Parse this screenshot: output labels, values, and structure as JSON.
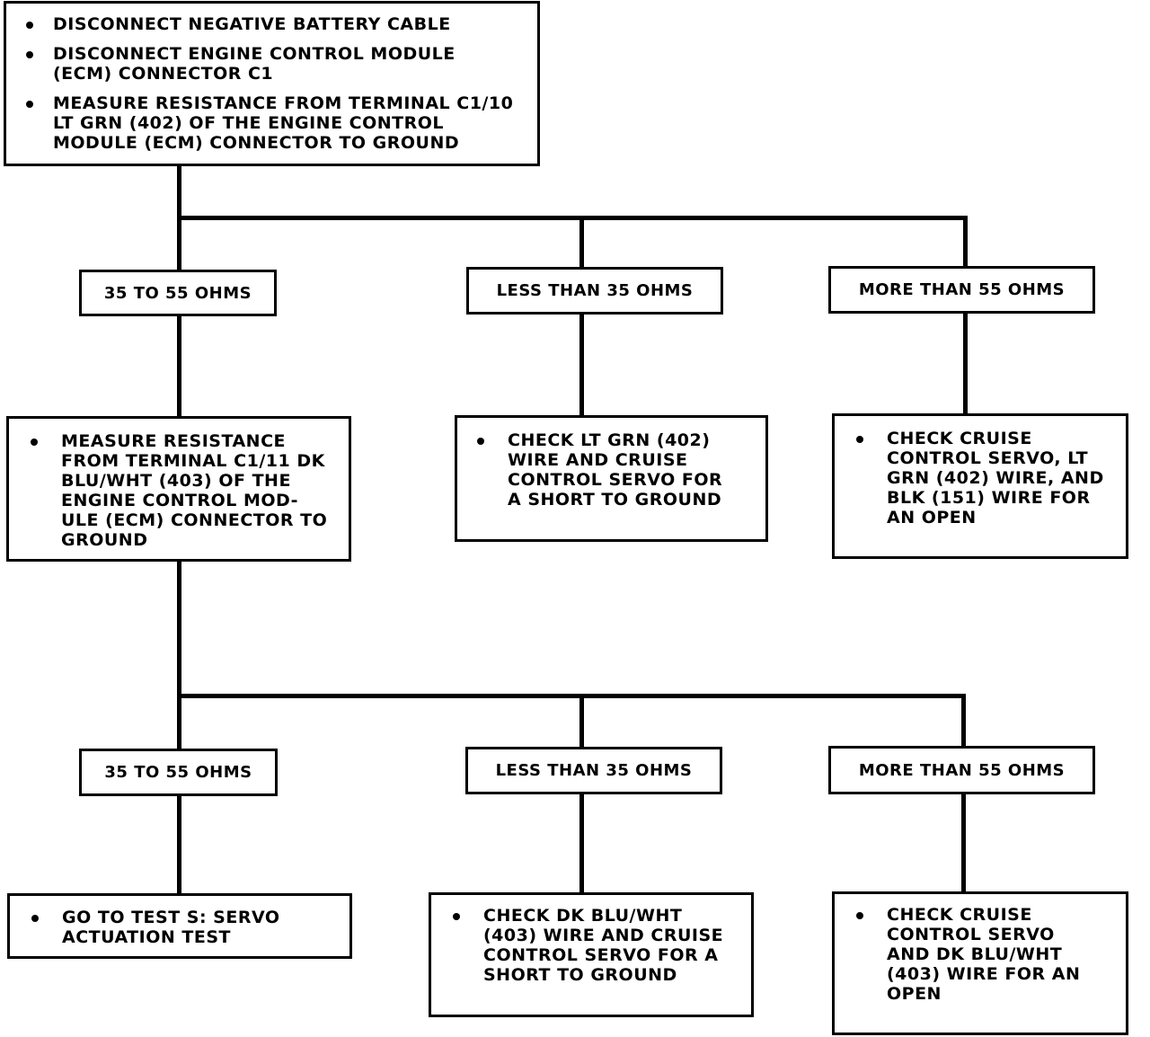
{
  "start": {
    "items": [
      "DISCONNECT NEGATIVE BATTERY CABLE",
      "DISCONNECT ENGINE CONTROL MODULE (ECM) CONNECTOR C1",
      "MEASURE RESISTANCE FROM TERMINAL C1/10 LT GRN (402) OF THE ENGINE CONTROL MODULE (ECM) CONNECTOR TO GROUND"
    ]
  },
  "branch1": {
    "a": {
      "label": "35 TO 55 OHMS",
      "action": "MEASURE RESISTANCE FROM TERMINAL C1/11 DK BLU/WHT (403) OF THE ENGINE CONTROL MOD-ULE (ECM) CONNECTOR TO GROUND"
    },
    "b": {
      "label": "LESS THAN 35 OHMS",
      "action": "CHECK LT GRN (402) WIRE AND CRUISE CONTROL SERVO FOR A SHORT TO GROUND"
    },
    "c": {
      "label": "MORE THAN 55 OHMS",
      "action": "CHECK CRUISE CONTROL SERVO, LT GRN (402) WIRE, AND BLK (151) WIRE FOR AN OPEN"
    }
  },
  "branch2": {
    "a": {
      "label": "35 TO 55 OHMS",
      "action": "GO TO TEST S: SERVO ACTUATION TEST"
    },
    "b": {
      "label": "LESS THAN 35 OHMS",
      "action": "CHECK DK BLU/WHT (403) WIRE AND CRUISE CONTROL SERVO FOR A SHORT TO GROUND"
    },
    "c": {
      "label": "MORE THAN 55 OHMS",
      "action": "CHECK CRUISE CONTROL SERVO AND DK BLU/WHT (403) WIRE FOR AN OPEN"
    }
  }
}
